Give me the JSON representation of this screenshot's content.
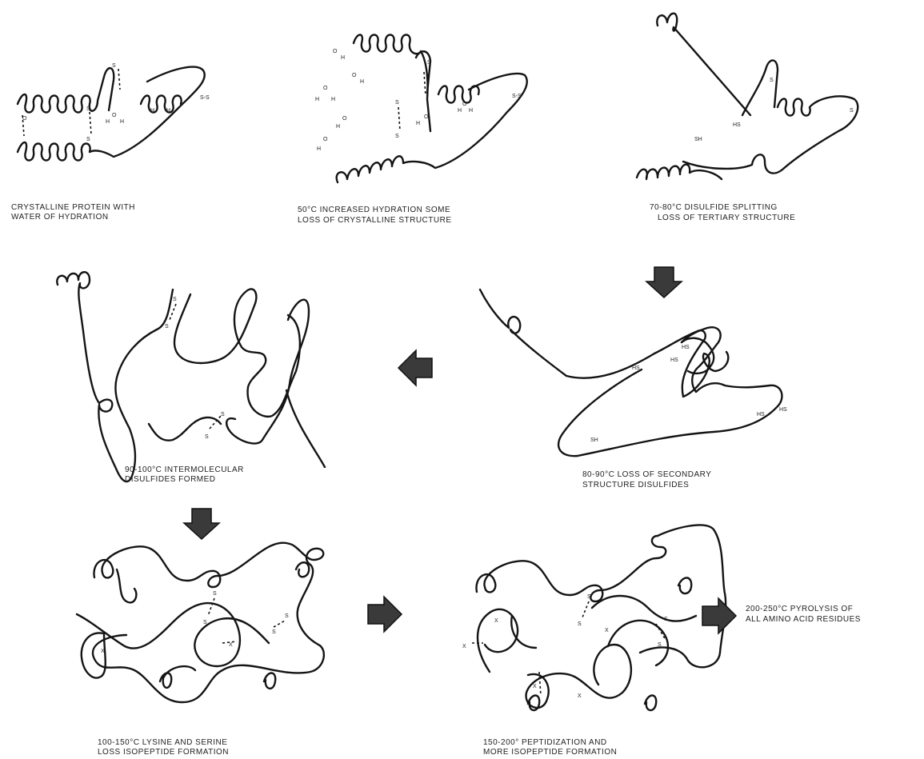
{
  "stages": [
    {
      "line1": "CRYSTALLINE PROTEIN WITH",
      "line2": "WATER OF HYDRATION"
    },
    {
      "line1": "50°C INCREASED HYDRATION SOME",
      "line2": "LOSS OF CRYSTALLINE STRUCTURE"
    },
    {
      "line1": "70-80°C DISULFIDE SPLITTING",
      "line2": "LOSS OF TERTIARY STRUCTURE"
    },
    {
      "line1": "80-90°C LOSS OF SECONDARY",
      "line2": "STRUCTURE DISULFIDES"
    },
    {
      "line1": "90-100°C INTERMOLECULAR",
      "line2": "DISULFIDES FORMED"
    },
    {
      "line1": "100-150°C LYSINE AND SERINE",
      "line2": "LOSS ISOPEPTIDE FORMATION"
    },
    {
      "line1": "150-200° PEPTIDIZATION AND",
      "line2": "MORE ISOPEPTIDE FORMATION"
    },
    {
      "line1": "200-250°C PYROLYSIS OF",
      "line2": "ALL AMINO ACID RESIDUES"
    }
  ],
  "chem": {
    "s": "S",
    "ss": "S-S",
    "sh": "SH",
    "hs": "HS",
    "h": "H",
    "o": "O",
    "x": "X"
  }
}
